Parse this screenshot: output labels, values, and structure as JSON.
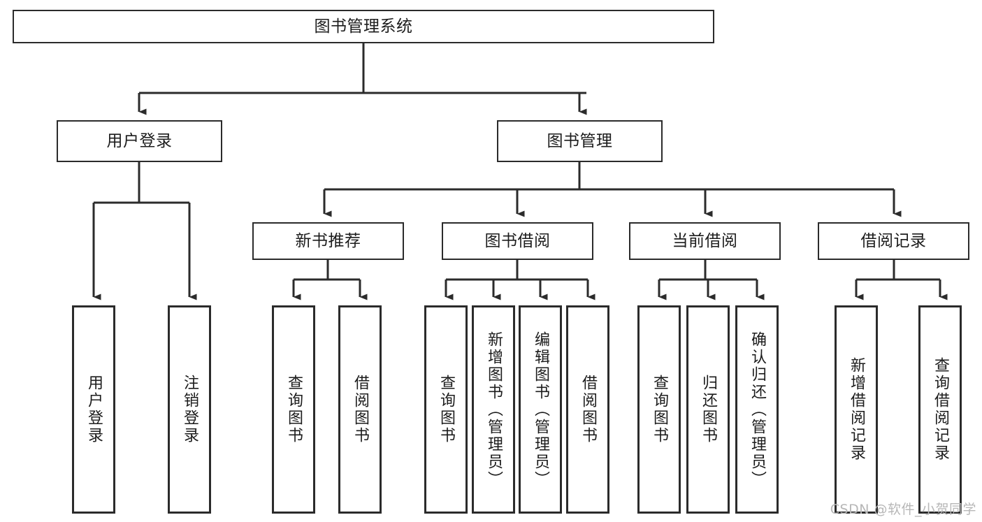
{
  "diagram": {
    "title": "图书管理系统",
    "type": "tree",
    "watermark": "CSDN @软件_小贺同学",
    "colors": {
      "box_border": "#2b2b2b",
      "box_fill": "#ffffff",
      "connector": "#2b2b2b",
      "text": "#1c1c1c",
      "watermark": "#b7b7b7"
    },
    "root": {
      "label": "图书管理系统"
    },
    "level2": [
      {
        "label": "用户登录"
      },
      {
        "label": "图书管理"
      }
    ],
    "level3": [
      {
        "label": "新书推荐"
      },
      {
        "label": "图书借阅"
      },
      {
        "label": "当前借阅"
      },
      {
        "label": "借阅记录"
      }
    ],
    "leaves": {
      "user_login": [
        {
          "label": "用户登录"
        },
        {
          "label": "注销登录"
        }
      ],
      "new_book_recommend": [
        {
          "label": "查询图书"
        },
        {
          "label": "借阅图书"
        }
      ],
      "book_borrow": [
        {
          "label": "查询图书"
        },
        {
          "label": "新增图书（管理员）"
        },
        {
          "label": "编辑图书（管理员）"
        },
        {
          "label": "借阅图书"
        }
      ],
      "current_borrow": [
        {
          "label": "查询图书"
        },
        {
          "label": "归还图书"
        },
        {
          "label": "确认归还（管理员）"
        }
      ],
      "borrow_record": [
        {
          "label": "新增借阅记录"
        },
        {
          "label": "查询借阅记录"
        }
      ]
    }
  }
}
